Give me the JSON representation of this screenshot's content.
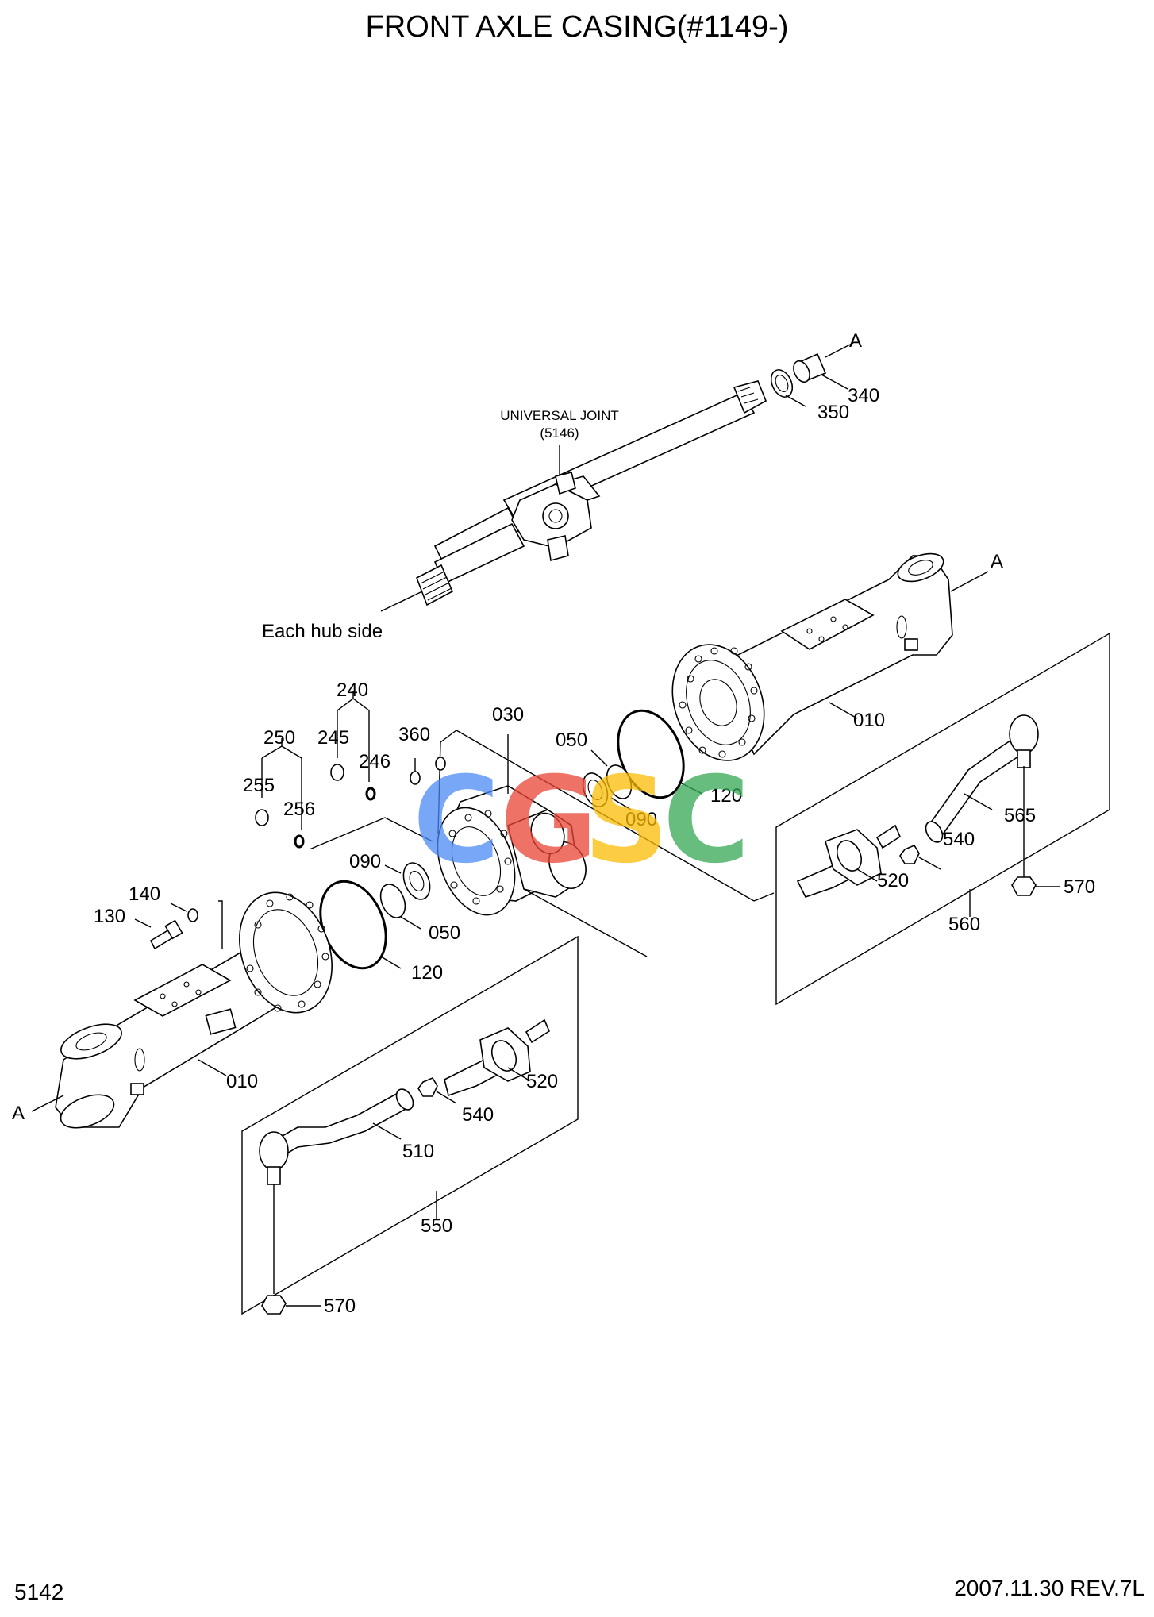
{
  "title": "FRONT AXLE CASING(#1149-)",
  "page_number": "5142",
  "revision": "2007.11.30  REV.7L",
  "note_hub": "Each hub side",
  "universal_joint": {
    "label": "UNIVERSAL JOINT",
    "ref": "(5146)"
  },
  "watermark": {
    "letters": [
      "C",
      "G",
      "S",
      "C"
    ],
    "colors": [
      "#4a8af4",
      "#ea4335",
      "#fbbc05",
      "#34a853"
    ]
  },
  "callouts": {
    "a_top": "A",
    "a_right": "A",
    "a_left": "A",
    "p340": "340",
    "p350": "350",
    "p010_right": "010",
    "p010_left": "010",
    "p030": "030",
    "p240": "240",
    "p245": "245",
    "p246": "246",
    "p250": "250",
    "p255": "255",
    "p256": "256",
    "p360": "360",
    "p050_top": "050",
    "p090_top": "090",
    "p120_top": "120",
    "p090_left": "090",
    "p050_left": "050",
    "p120_left": "120",
    "p140": "140",
    "p130": "130",
    "p565": "565",
    "p540_right": "540",
    "p520_right": "520",
    "p570_right": "570",
    "p560": "560",
    "p520_left": "520",
    "p540_left": "540",
    "p510": "510",
    "p550": "550",
    "p570_left": "570"
  }
}
